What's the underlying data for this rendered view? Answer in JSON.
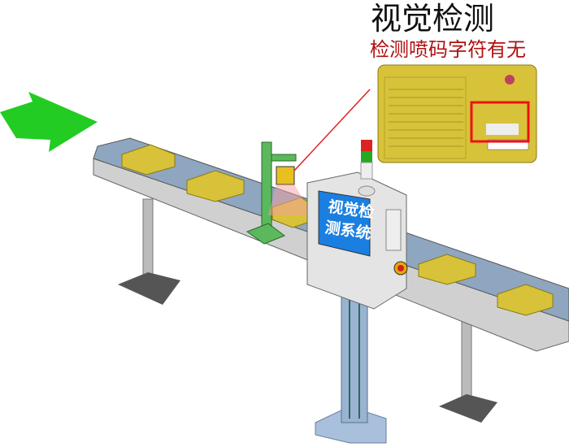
{
  "header": {
    "title": "视觉检测",
    "subtitle": "检测喷码字符有无"
  },
  "machine": {
    "screen_line1": "视觉检",
    "screen_line2": "测系统"
  },
  "colors": {
    "arrow": "#22cc22",
    "subtitle": "#b01010",
    "screen": "#1a7fe0",
    "highlight_box": "#ee1111",
    "package": "#d8c23a",
    "camera_stand": "#5cb85c"
  },
  "icons": [
    "direction-arrow-icon",
    "signal-tower-light-icon",
    "emergency-stop-button-icon"
  ]
}
